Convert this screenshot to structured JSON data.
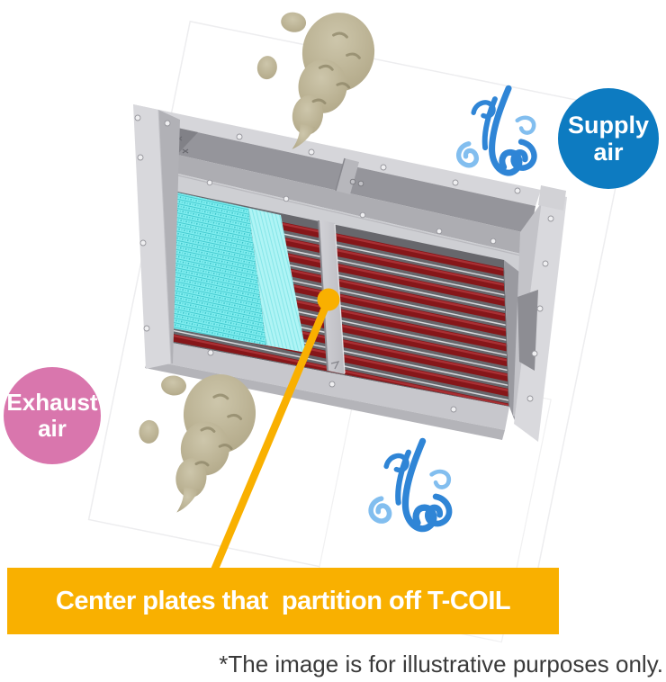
{
  "badges": {
    "supply_air": {
      "line1": "Supply",
      "line2": "air"
    },
    "exhaust_air": {
      "line1": "Exhaust",
      "line2": "air"
    }
  },
  "callout": {
    "label": "Center plates that  partition off T-COIL"
  },
  "footnote": {
    "text": "*The image is for illustrative purposes only."
  },
  "colors": {
    "accent_orange": "#F9B000",
    "supply_blue": "#0D7BC1",
    "exhaust_pink": "#D976AD",
    "wind_blue_dark": "#2F85D6",
    "wind_blue_light": "#82BEEF",
    "smoke_tan": "#B9B091",
    "coil_red": "#8A181B",
    "filter_cyan": "#7FEDEF",
    "frame_gray": "#D6D6DA"
  },
  "icons": [
    "wind-icon",
    "smoke-icon",
    "callout-leader-line"
  ]
}
